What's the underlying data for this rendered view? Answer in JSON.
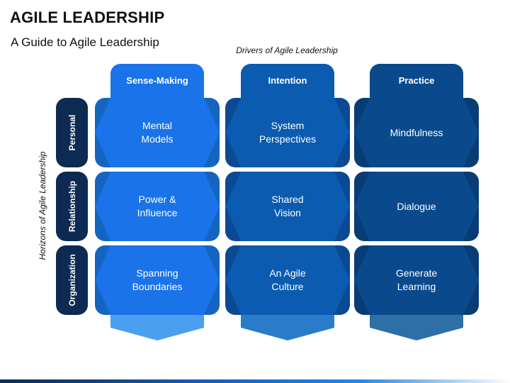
{
  "title": "AGILE LEADERSHIP",
  "subtitle": "A Guide to Agile Leadership",
  "drivers_label": "Drivers of Agile Leadership",
  "horizons_label": "Horizons of Agile Leadership",
  "columns": [
    {
      "label": "Sense-Making",
      "color": "#1a73e8",
      "dark": "#1565c0"
    },
    {
      "label": "Intention",
      "color": "#0b5bb0",
      "dark": "#094a92"
    },
    {
      "label": "Practice",
      "color": "#0a4a8c",
      "dark": "#083c74"
    }
  ],
  "rows": [
    {
      "label": "Personal"
    },
    {
      "label": "Relationship"
    },
    {
      "label": "Organization"
    }
  ],
  "cells": [
    [
      "Mental\nModels",
      "System\nPerspectives",
      "Mindfulness"
    ],
    [
      "Power &\nInfluence",
      "Shared\nVision",
      "Dialogue"
    ],
    [
      "Spanning\nBoundaries",
      "An Agile\nCulture",
      "Generate\nLearning"
    ]
  ]
}
